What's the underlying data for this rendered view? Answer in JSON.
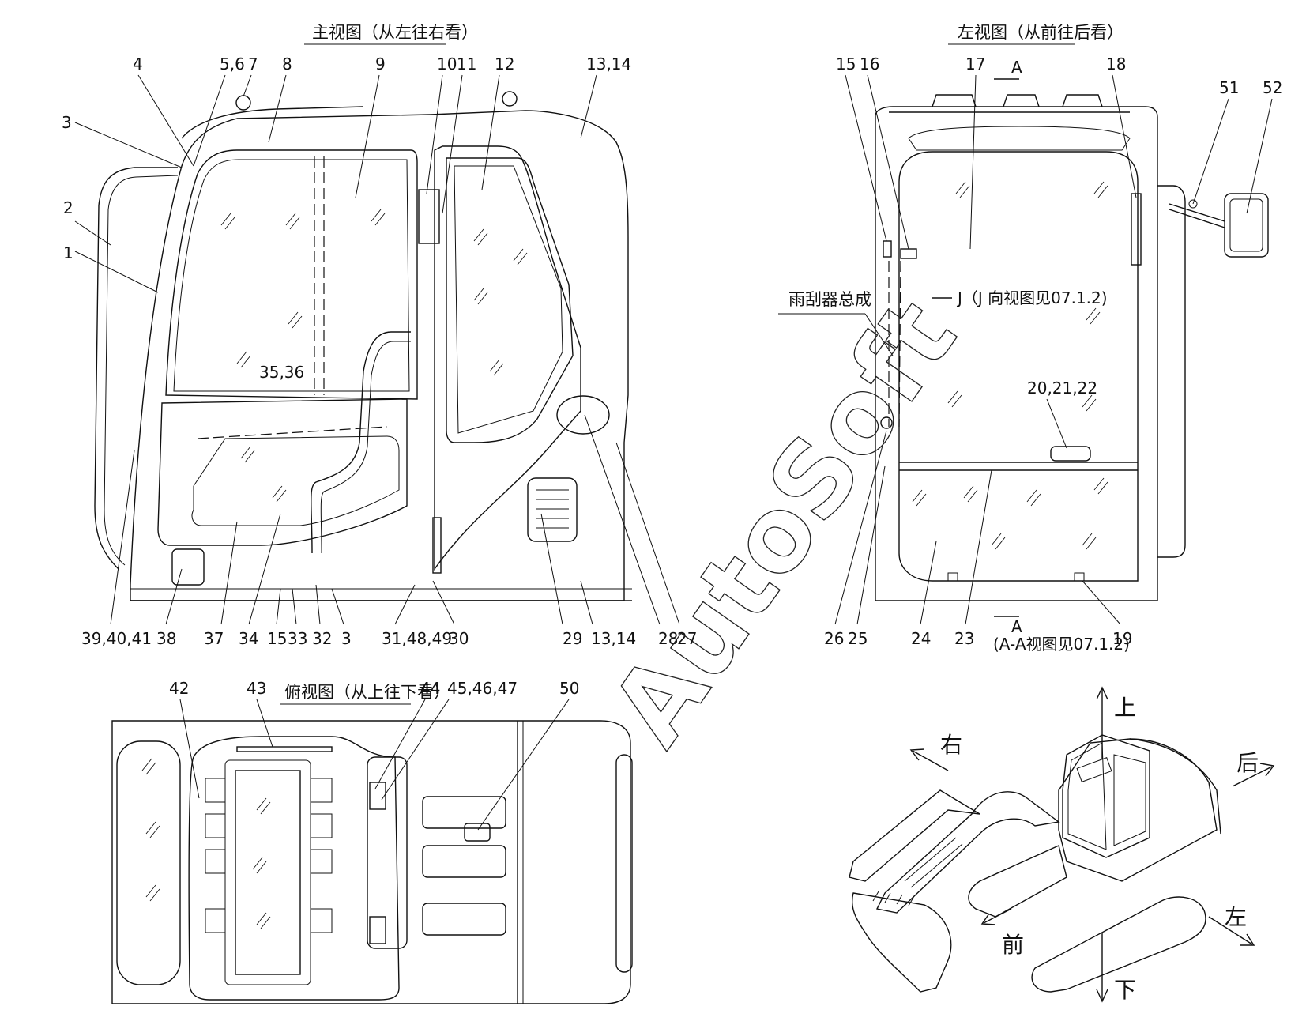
{
  "views": {
    "main": "主视图（从左往右看）",
    "left": "左视图（从前往后看）",
    "top": "俯视图（从上往下看）"
  },
  "watermark": "AutoSoft",
  "annotations": {
    "wiper_assembly": "雨刮器总成",
    "view_j": "J（J 向视图见07.1.2)",
    "section_a_top": "A",
    "section_a_bottom": "A",
    "section_aa": "(A-A视图见07.1.2)"
  },
  "directions": {
    "up": "上",
    "down": "下",
    "left": "左",
    "right": "右",
    "front": "前",
    "rear": "后"
  },
  "callouts_main": [
    "1",
    "2",
    "3",
    "4",
    "5,6",
    "7",
    "8",
    "9",
    "10",
    "11",
    "12",
    "13,14",
    "35,36",
    "39,40,41",
    "38",
    "37",
    "34",
    "15",
    "33",
    "32",
    "3",
    "31,48,49",
    "30",
    "29",
    "13,14",
    "28",
    "27"
  ],
  "callouts_left": [
    "15",
    "16",
    "17",
    "18",
    "51",
    "52",
    "20,21,22",
    "26",
    "25",
    "24",
    "23",
    "19"
  ],
  "callouts_top": [
    "42",
    "43",
    "44",
    "45,46,47",
    "50"
  ],
  "colors": {
    "line": "#111111",
    "background": "#ffffff"
  }
}
